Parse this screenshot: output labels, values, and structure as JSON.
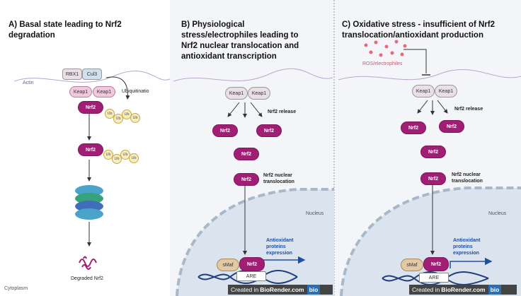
{
  "panels": {
    "a": {
      "title": "A)  Basal state leading to Nrf2\ndegradation",
      "rbx1": "RBX1",
      "cul3": "Cul3",
      "keap1": "Keap1",
      "ubiquitination": "Ubiquitinatio",
      "nrf2": "Nrf2",
      "ub": "Ub",
      "actin": "Actin",
      "cytoplasm": "Cytoplasm",
      "degraded": "Degraded Nrf2"
    },
    "b": {
      "title": "B)  Physiological\nstress/electrophiles leading to\nNrf2 nuclear translocation and\nantioxidant transcription",
      "keap1": "Keap1",
      "nrf2": "Nrf2",
      "nrf2_release": "Nrf2 release",
      "translocation": "Nrf2 nuclear\ntranslocation",
      "nucleus": "Nucleus",
      "smaf": "sMaf",
      "are": "ARE",
      "antioxidant": "Antioxidant\nproteins\nexpression",
      "badge_created": "Created in",
      "badge_brand": "BioRender.com",
      "badge_logo": "bio"
    },
    "c": {
      "title": "C) Oxidative stress - insufficient of Nrf2\ntranslocation/antioxidant production",
      "ros": "ROS/electrophiles",
      "keap1": "Keap1",
      "nrf2": "Nrf2",
      "nrf2_release": "Nrf2 release",
      "translocation": "Nrf2 nuclear\ntranslocation",
      "nucleus": "Nucleus",
      "smaf": "sMaf",
      "are": "ARE",
      "antioxidant": "Antioxidant\nproteins\nexpression",
      "badge_created": "Created in",
      "badge_brand": "BioRender.com",
      "badge_logo": "bio"
    }
  },
  "colors": {
    "nrf2": "#a01f74",
    "keap1": "#eadfe6",
    "ub": "#f7ecc0",
    "nucleus": "#dbe4ee",
    "ros": "#e46b78",
    "dna": "#1f3f7a",
    "arrow": "#1f4fa3"
  }
}
